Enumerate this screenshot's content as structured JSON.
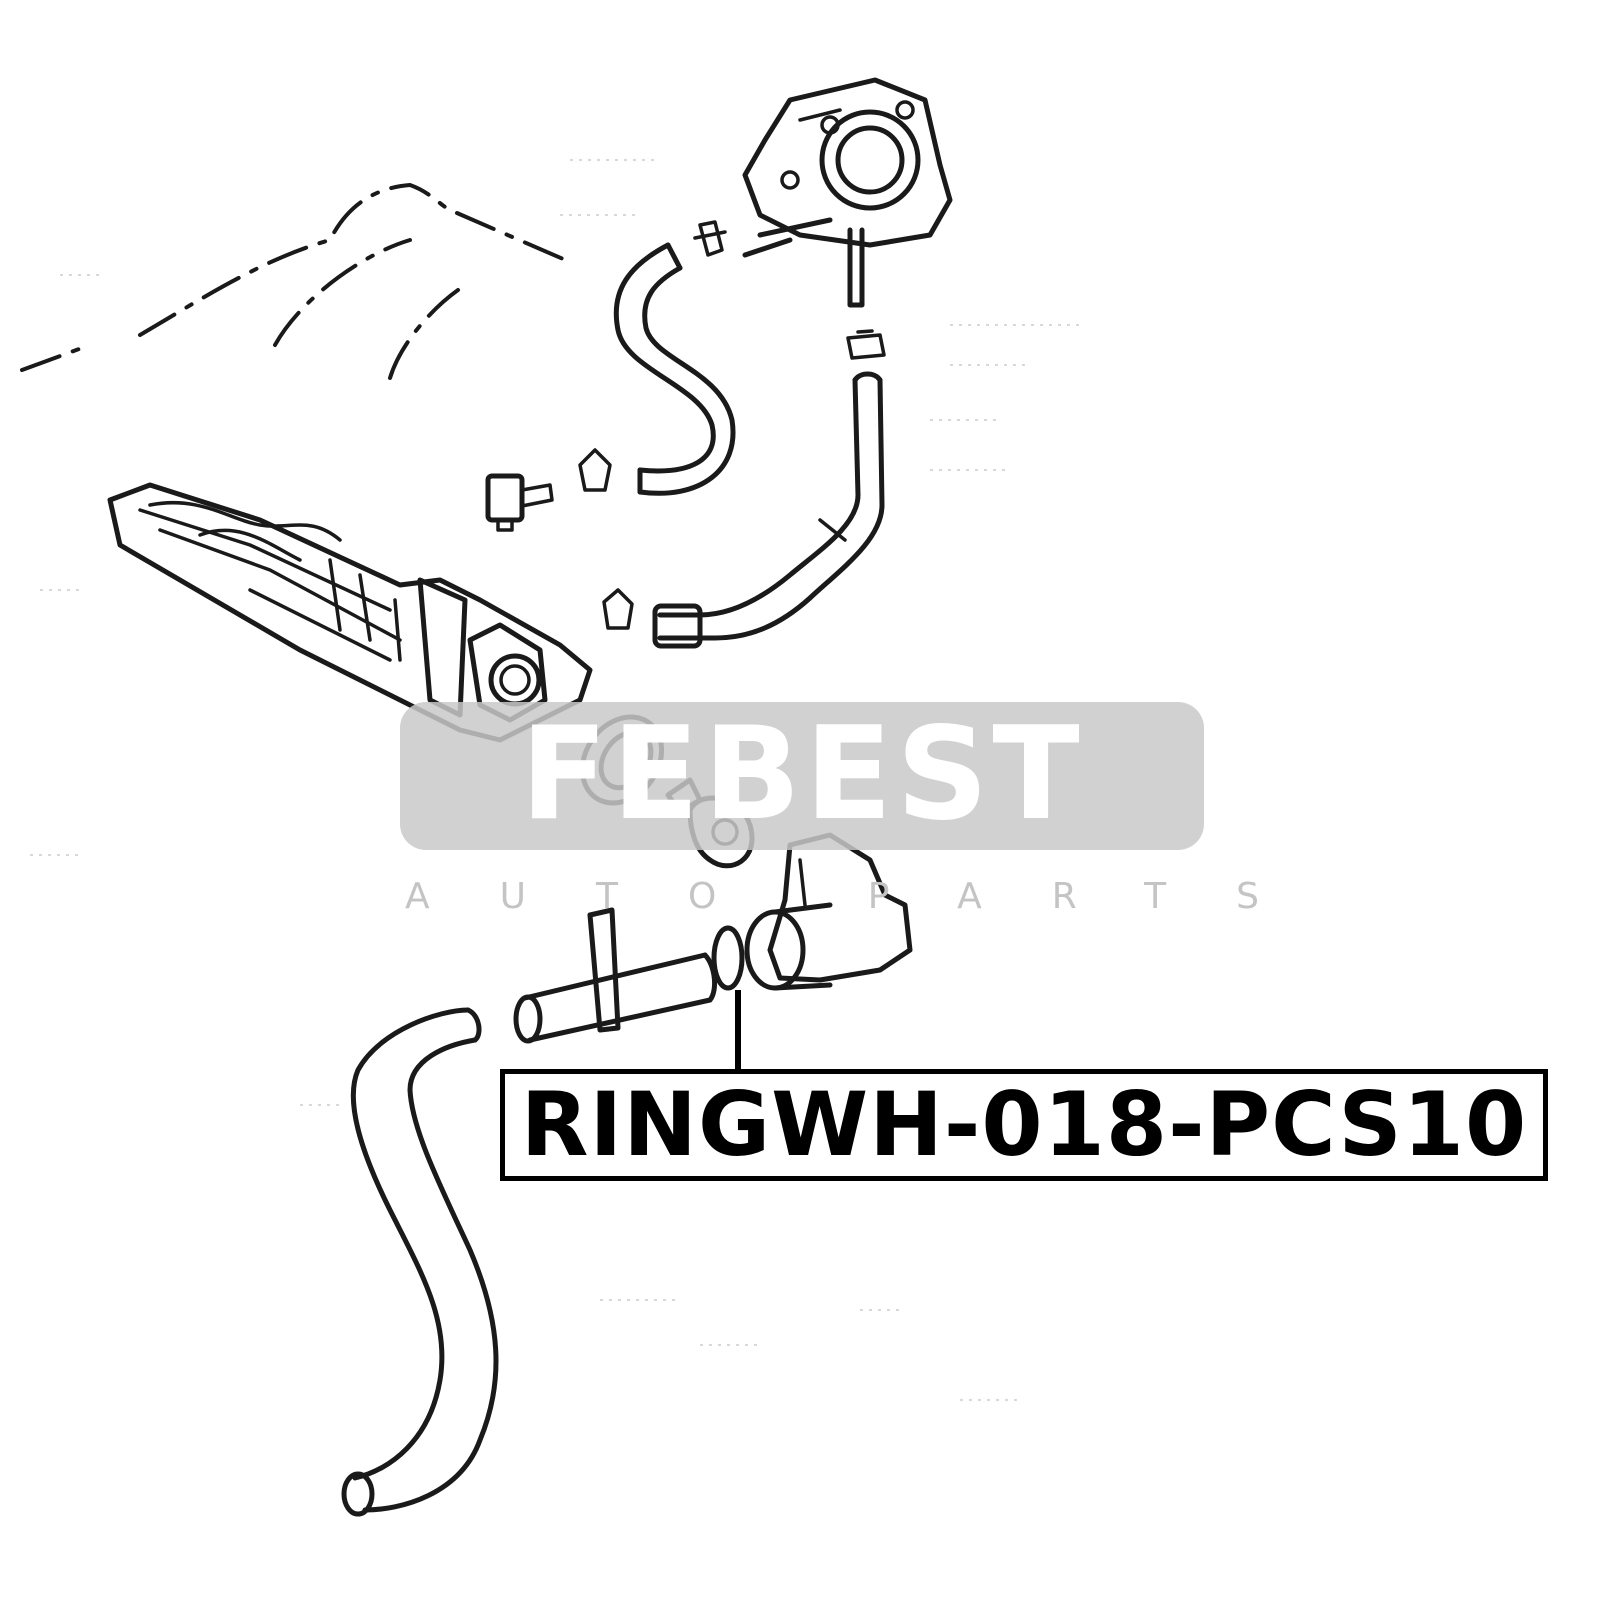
{
  "watermark": {
    "brand": "FEBEST",
    "tagline": "AUTO PARTS"
  },
  "callout": {
    "part_number": "RINGWH-018-PCS10"
  }
}
